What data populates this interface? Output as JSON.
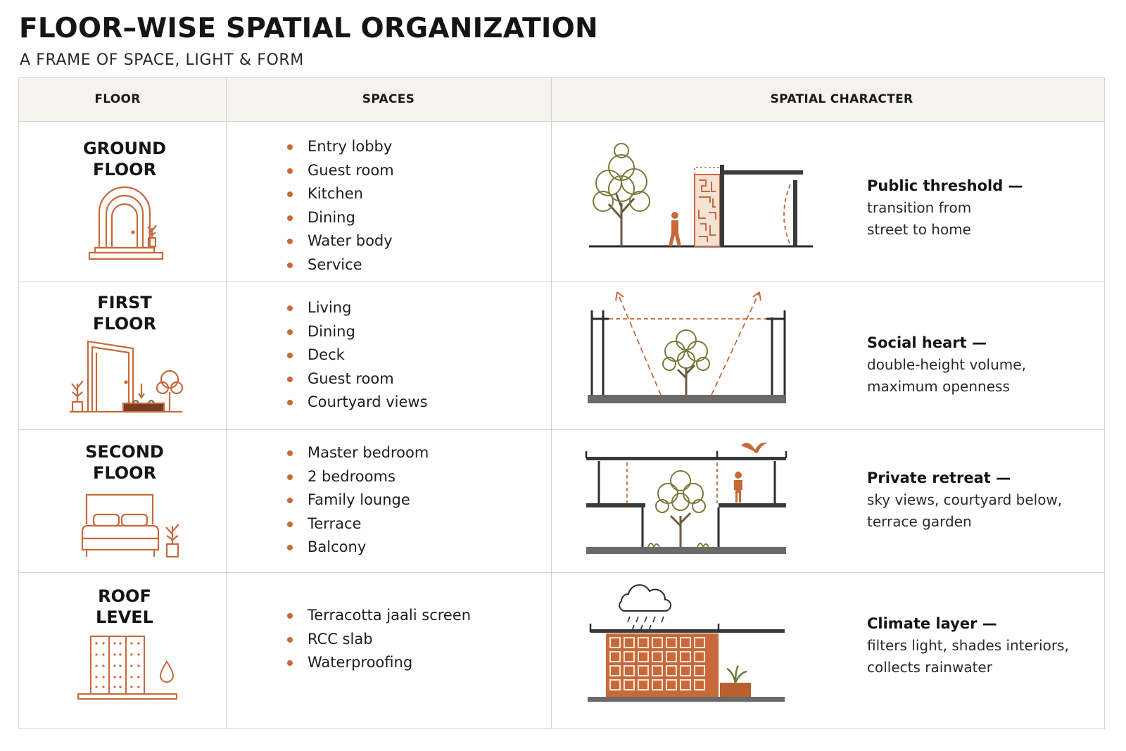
{
  "title": "FLOOR–WISE SPATIAL ORGANIZATION",
  "subtitle": "A FRAME OF SPACE, LIGHT & FORM",
  "colors": {
    "accent": "#c8693a",
    "line": "#2b2b2b",
    "tree": "#7a7a3a",
    "header_bg": "#f6f3ef"
  },
  "headers": {
    "floor": "FLOOR",
    "spaces": "SPACES",
    "character": "SPATIAL CHARACTER"
  },
  "rows": [
    {
      "floor": "GROUND\nFLOOR",
      "icon": "arched-door-icon",
      "spaces": [
        "Entry lobby",
        "Guest room",
        "Kitchen",
        "Dining",
        "Water body",
        "Service"
      ],
      "sketch": "street-threshold-section",
      "character_title": "Public threshold —",
      "character_desc": "transition from\nstreet to home"
    },
    {
      "floor": "FIRST\nFLOOR",
      "icon": "open-door-planter-icon",
      "spaces": [
        "Living",
        "Dining",
        "Deck",
        "Guest room",
        "Courtyard views"
      ],
      "sketch": "double-height-section",
      "character_title": "Social heart —",
      "character_desc": "double-height volume,\nmaximum openness"
    },
    {
      "floor": "SECOND\nFLOOR",
      "icon": "bed-icon",
      "spaces": [
        "Master bedroom",
        "2 bedrooms",
        "Family lounge",
        "Terrace",
        "Balcony"
      ],
      "sketch": "private-retreat-section",
      "character_title": "Private retreat —",
      "character_desc": "sky views, courtyard below,\nterrace garden"
    },
    {
      "floor": "ROOF\nLEVEL",
      "icon": "jaali-screen-icon",
      "spaces": [
        "Terracotta jaali screen",
        "RCC slab",
        "Waterproofing"
      ],
      "sketch": "climate-layer-section",
      "character_title": "Climate layer —",
      "character_desc": "filters light, shades interiors,\ncollects rainwater"
    }
  ]
}
